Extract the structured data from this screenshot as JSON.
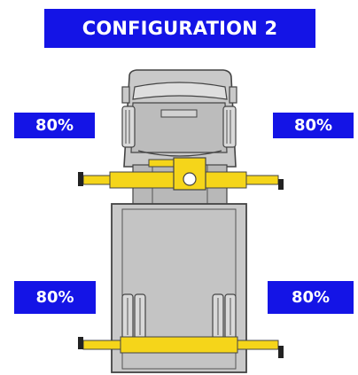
{
  "title": "CONFIGURATION 2",
  "wheel_percentages": {
    "front_left": "80%",
    "front_right": "80%",
    "rear_left": "80%",
    "rear_right": "80%"
  },
  "colors": {
    "badge": "#1414e6",
    "badge_text": "#ffffff",
    "beam": "#f5d51a",
    "truck_body": "#c9c9c9",
    "outline": "#444444"
  }
}
